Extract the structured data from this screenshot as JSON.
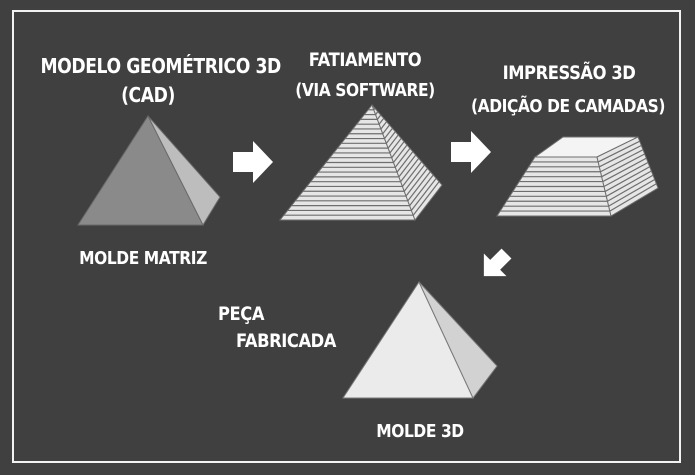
{
  "steps": [
    {
      "id": "cad",
      "title_line1": "MODELO GEOMÉTRICO 3D",
      "title_line2": "(CAD)",
      "caption": "MOLDE MATRIZ"
    },
    {
      "id": "slicing",
      "title_line1": "FATIAMENTO",
      "title_line2": "(VIA SOFTWARE)"
    },
    {
      "id": "printing",
      "title_line1": "IMPRESSÃO 3D",
      "title_line2": "(ADIÇÃO DE CAMADAS)"
    },
    {
      "id": "result",
      "title_line1": "PEÇA",
      "title_line2": "FABRICADA",
      "caption": "MOLDE 3D"
    }
  ],
  "colors": {
    "background": "#404040",
    "frame": "#f2f2f2",
    "text": "#ffffff",
    "solid_pyramid_front": "#8a8a8a",
    "solid_pyramid_side": "#bdbdbd",
    "layer_fill": "#e6e6e6",
    "layer_line": "#6e6e6e",
    "final_pyramid_front": "#ebebeb",
    "final_pyramid_side": "#d2d2d2",
    "arrow": "#ffffff"
  },
  "icons": [
    "right-arrow-icon",
    "right-arrow-icon",
    "down-left-arrow-icon"
  ]
}
